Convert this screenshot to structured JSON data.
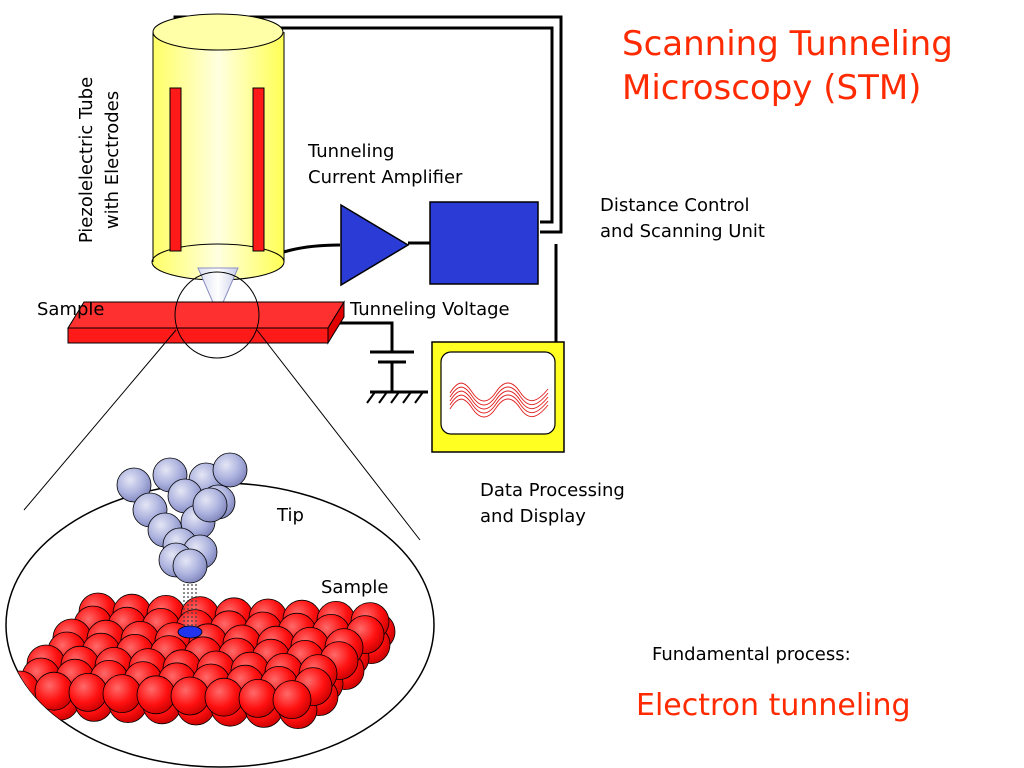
{
  "title": {
    "line1": "Scanning Tunneling",
    "line2": "Microscopy (STM)"
  },
  "labels": {
    "piezo_line1": "Piezolelectric Tube",
    "piezo_line2": "with Electrodes",
    "amplifier_line1": "Tunneling",
    "amplifier_line2": "Current Amplifier",
    "distance_line1": "Distance Control",
    "distance_line2": "and Scanning Unit",
    "sample_top": "Sample",
    "tunneling_voltage": "Tunneling Voltage",
    "data_line1": "Data Processing",
    "data_line2": "and Display",
    "tip": "Tip",
    "sample_zoom": "Sample",
    "fundamental": "Fundamental process:",
    "electron_tunneling": "Electron tunneling"
  },
  "colors": {
    "title_red": "#ff2a00",
    "sample_red": "#ff1a1a",
    "tube_yellow": "#ffff66",
    "control_blue": "#2b3bd6",
    "display_yellow": "#ffff22",
    "tip_atom": "#aab0dd"
  }
}
